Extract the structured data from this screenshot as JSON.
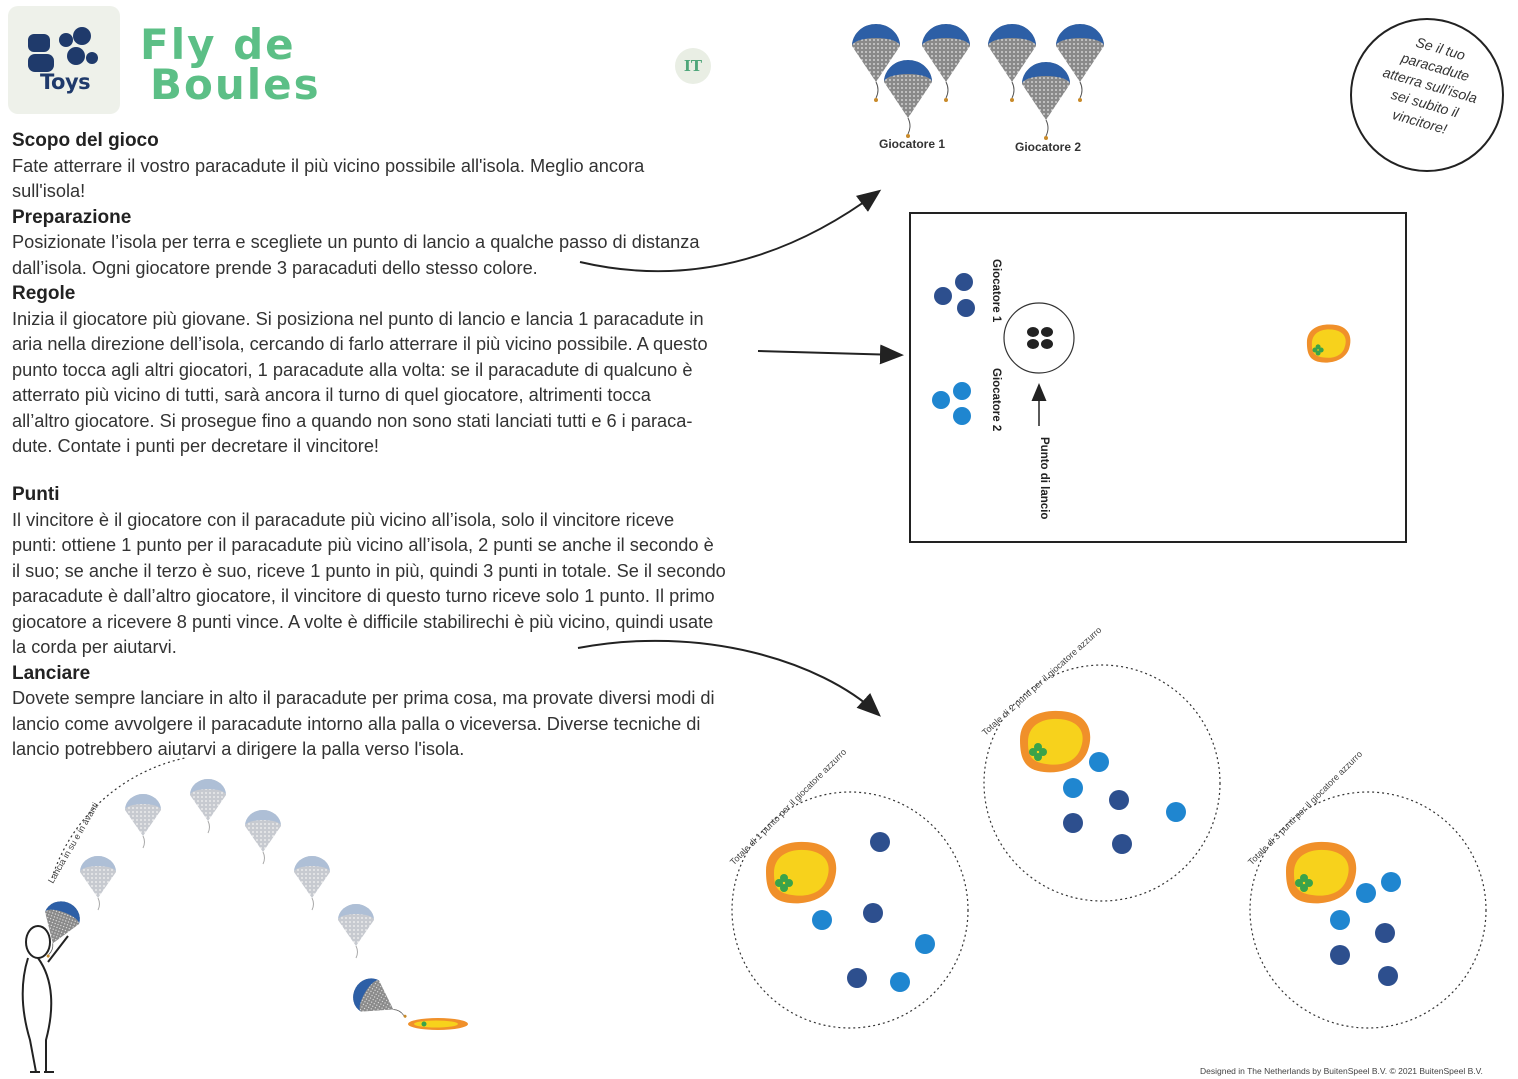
{
  "header": {
    "brand": "Toys",
    "title_line1": "Fly de",
    "title_line2": "Boules",
    "language": "IT"
  },
  "sections": [
    {
      "heading": "Scopo del gioco",
      "lines": [
        "Fate atterrare il vostro paracadute il più vicino possibile all'isola. Meglio ancora",
        "sull'isola!"
      ]
    },
    {
      "heading": "Preparazione",
      "lines": [
        "Posizionate l’isola per terra e scegliete un punto di lancio a qualche passo di distanza",
        "dall’isola. Ogni giocatore prende 3 paracaduti dello stesso colore."
      ]
    },
    {
      "heading": "Regole",
      "lines": [
        "Inizia il giocatore più giovane. Si posiziona nel punto di lancio e lancia 1 paracadute in",
        "aria nella direzione dell’isola, cercando di farlo atterrare il più vicino possibile. A questo",
        "punto tocca agli altri giocatori, 1 paracadute alla volta: se il paracadute di qualcuno è",
        "atterrato più vicino di tutti, sarà ancora il turno di quel giocatore, altrimenti tocca",
        "all’altro giocatore. Si prosegue fino a quando non sono stati lanciati tutti e 6 i paraca-",
        "dute. Contate i punti per decretare il vincitore!"
      ]
    },
    {
      "heading": "Punti",
      "lines": [
        "Il vincitore è il giocatore con il paracadute più vicino all’isola, solo il vincitore riceve",
        "punti: ottiene 1 punto per il paracadute più vicino all’isola,  2 punti se anche il secondo è",
        "il suo; se anche il terzo è suo, riceve 1 punto in più, quindi 3 punti in totale.  Se il secondo",
        "paracadute è dall’altro giocatore, il vincitore di questo turno riceve solo 1 punto.  Il primo",
        "giocatore a ricevere 8 punti vince.  A volte è difficile stabilirechi è più vicino, quindi usate",
        "la corda per aiutarvi."
      ]
    },
    {
      "heading": "Lanciare",
      "lines": [
        "Dovete sempre lanciare in alto il paracadute per prima cosa, ma provate diversi modi di",
        "lancio come avvolgere il paracadute intorno alla palla o viceversa. Diverse tecniche di",
        "lancio potrebbero aiutarvi a dirigere la palla verso l'isola."
      ]
    }
  ],
  "illustration": {
    "player1": "Giocatore 1",
    "player2": "Giocatore 2",
    "win_note": "Se il tuo paracadute atterra sull’isola sei subito il vincitore!",
    "field_player1": "Giocatore 1",
    "field_player2": "Giocatore 2",
    "launch_point": "Punto di lancio",
    "throw_arc": "Lancia in su e in avanti",
    "score1": "Totale di 1 punto per il giocatore azzurro",
    "score2": "Totale di 2 punti per il giocatore azzurro",
    "score3": "Totale di 3 punti per il giocatore azzurro"
  },
  "colors": {
    "title_green": "#5cbf86",
    "navy": "#2d4f8e",
    "light_blue": "#1f86d0",
    "island_orange": "#f0902a",
    "island_yellow": "#f7d21c",
    "leaf_green": "#3aa34a"
  },
  "footer": "Designed in The Netherlands by BuitenSpeel B.V. © 2021 BuitenSpeel B.V."
}
